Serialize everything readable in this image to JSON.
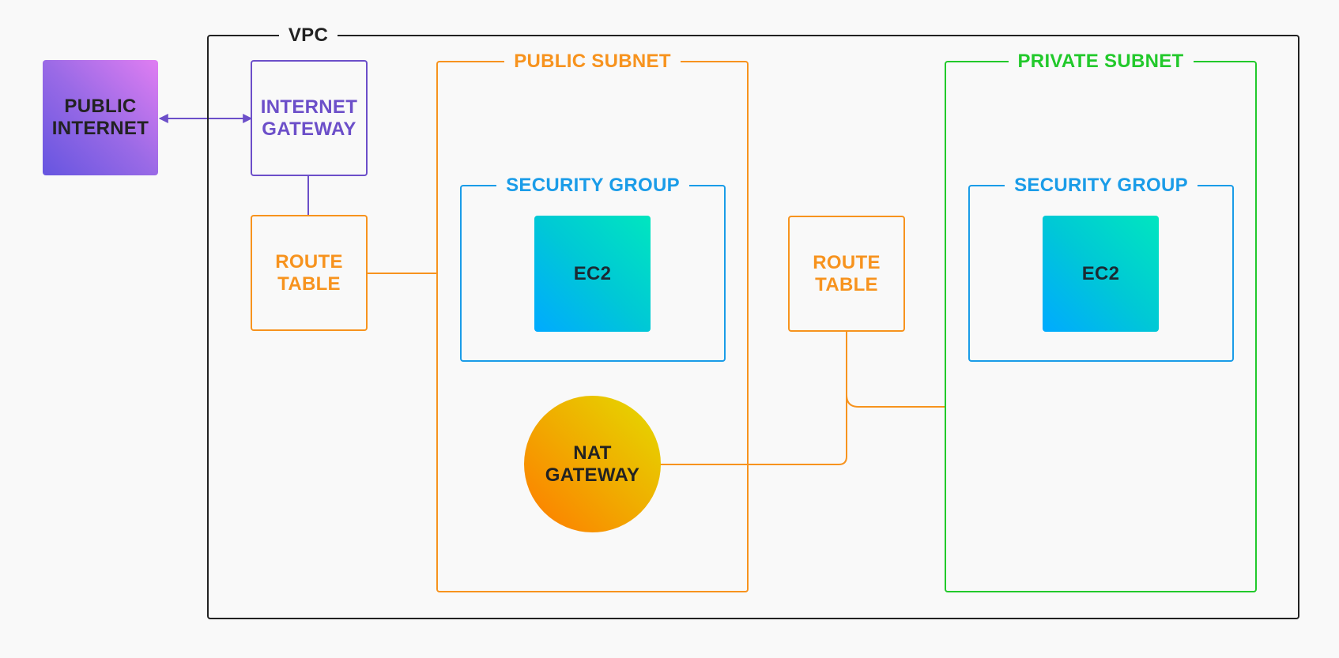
{
  "colors": {
    "background": "#f9f9f9",
    "vpc": "#222222",
    "public_subnet": "#f7931e",
    "private_subnet": "#22c92b",
    "security_group": "#1a9ce8",
    "internet_gateway": "#6c4fc9",
    "route_table": "#f7931e",
    "node_text": "#222222"
  },
  "vpc": {
    "label": "VPC"
  },
  "public_internet": {
    "label": "PUBLIC\nINTERNET"
  },
  "internet_gateway": {
    "label": "INTERNET\nGATEWAY"
  },
  "public_route_table": {
    "label": "ROUTE\nTABLE"
  },
  "public_subnet": {
    "label": "PUBLIC SUBNET",
    "security_group": {
      "label": "SECURITY GROUP",
      "ec2": "EC2"
    },
    "nat_gateway": "NAT\nGATEWAY"
  },
  "private_route_table": {
    "label": "ROUTE\nTABLE"
  },
  "private_subnet": {
    "label": "PRIVATE SUBNET",
    "security_group": {
      "label": "SECURITY GROUP",
      "ec2": "EC2"
    }
  }
}
